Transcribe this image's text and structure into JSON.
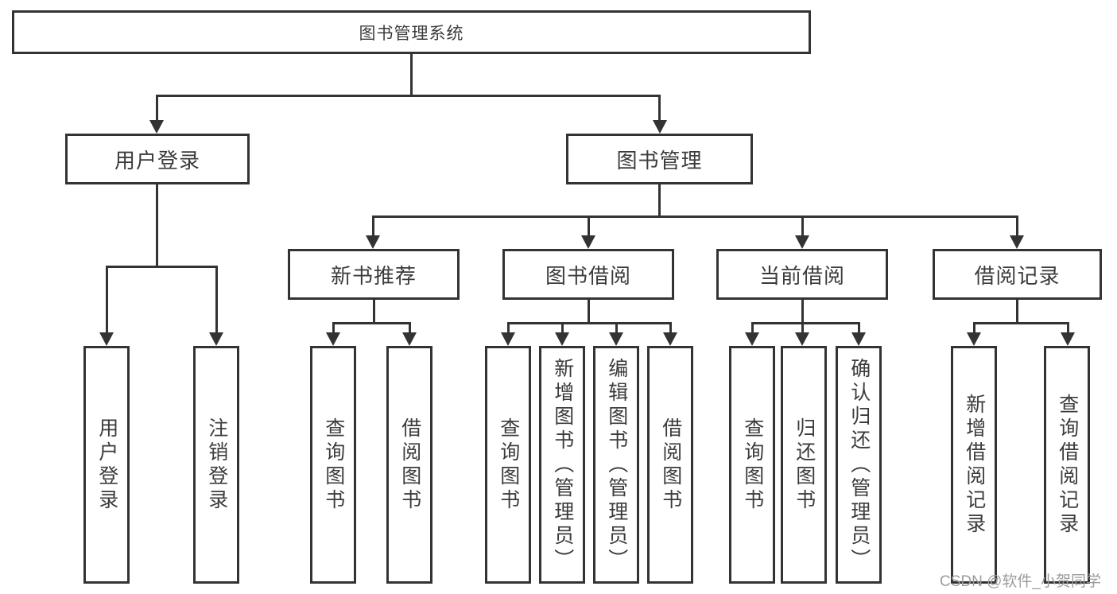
{
  "tree": {
    "root": {
      "label": "图书管理系统"
    },
    "children": [
      {
        "label": "用户登录",
        "children": [
          {
            "label": "用户登录"
          },
          {
            "label": "注销登录"
          }
        ]
      },
      {
        "label": "图书管理",
        "children": [
          {
            "label": "新书推荐",
            "children": [
              {
                "label": "查询图书"
              },
              {
                "label": "借阅图书"
              }
            ]
          },
          {
            "label": "图书借阅",
            "children": [
              {
                "label": "查询图书"
              },
              {
                "label": "新增图书（管理员）"
              },
              {
                "label": "编辑图书（管理员）"
              },
              {
                "label": "借阅图书"
              }
            ]
          },
          {
            "label": "当前借阅",
            "children": [
              {
                "label": "查询图书"
              },
              {
                "label": "归还图书"
              },
              {
                "label": "确认归还（管理员）"
              }
            ]
          },
          {
            "label": "借阅记录",
            "children": [
              {
                "label": "新增借阅记录"
              },
              {
                "label": "查询借阅记录"
              }
            ]
          }
        ]
      }
    ]
  },
  "watermark": {
    "text": "CSDN @软件_小贺同学"
  },
  "colors": {
    "line": "#333333",
    "box_border": "#333333",
    "text": "#3b3b3b",
    "background": "#ffffff",
    "watermark": "#9c9c9c"
  }
}
